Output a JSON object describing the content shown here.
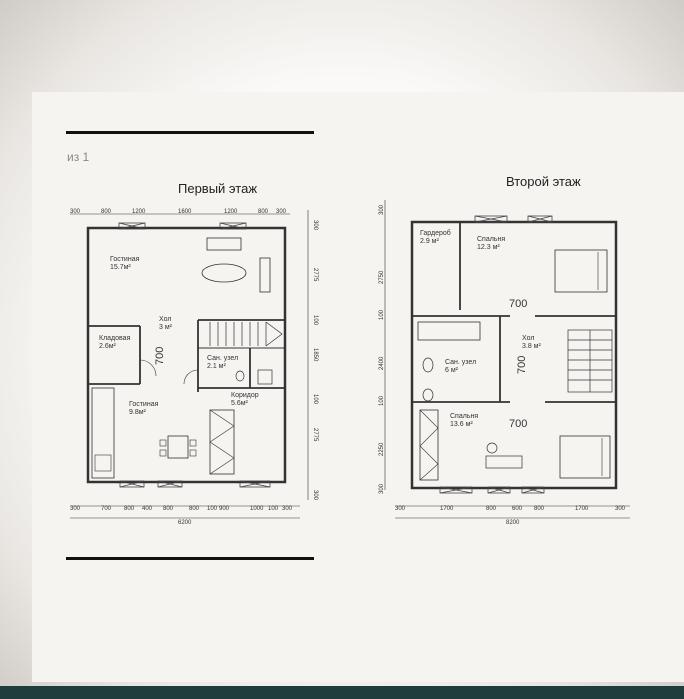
{
  "page_count": "из 1",
  "floor1": {
    "title": "Первый этаж",
    "rooms": [
      {
        "name": "Гостиная",
        "area": "15.7м²"
      },
      {
        "name": "Хол",
        "area": "3 м²"
      },
      {
        "name": "Кладовая",
        "area": "2.6м²"
      },
      {
        "name": "Сан. узел",
        "area": "2.1 м²"
      },
      {
        "name": "Коридор",
        "area": "5.6м²"
      },
      {
        "name": "Гостиная",
        "area": "9.8м²"
      }
    ],
    "door_width": "700",
    "top_dims": [
      "300",
      "800",
      "1200",
      "1600",
      "1200",
      "800",
      "300"
    ],
    "bottom_dims": [
      "300",
      "700",
      "800",
      "400",
      "800",
      "800",
      "100",
      "900",
      "1000",
      "100",
      "300"
    ],
    "total_width": "6200",
    "right_dims": [
      "300",
      "2775",
      "100",
      "1850",
      "100",
      "2775",
      "300"
    ]
  },
  "floor2": {
    "title": "Второй этаж",
    "rooms": [
      {
        "name": "Гардероб",
        "area": "2.9 м²"
      },
      {
        "name": "Спальня",
        "area": "12.3 м²"
      },
      {
        "name": "Хол",
        "area": "3.8 м²"
      },
      {
        "name": "Сан. узел",
        "area": "6 м²"
      },
      {
        "name": "Спальня",
        "area": "13.6 м²"
      }
    ],
    "door_width": "700",
    "left_dims": [
      "300",
      "2750",
      "100",
      "2400",
      "100",
      "2250",
      "300"
    ],
    "bottom_dims": [
      "300",
      "1700",
      "800",
      "600",
      "800",
      "1700",
      "300"
    ],
    "total_width": "8200"
  }
}
